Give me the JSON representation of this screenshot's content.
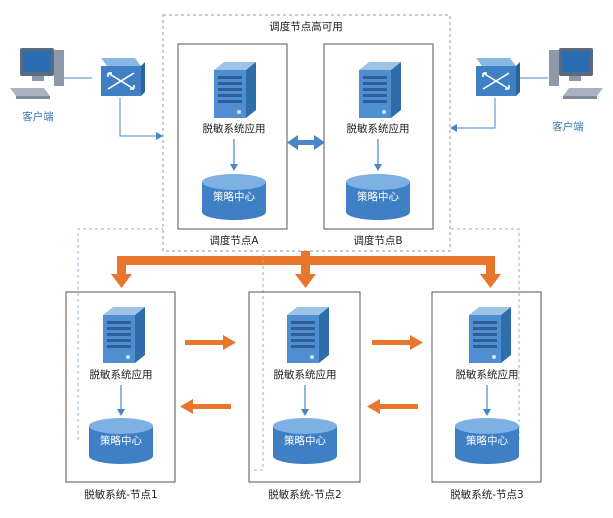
{
  "title": "调度节点高可用",
  "client_left_label": "客户端",
  "client_right_label": "客户端",
  "node_a": {
    "label": "调度节点A",
    "app": "脱敏系统应用",
    "db": "策略中心"
  },
  "node_b": {
    "label": "调度节点B",
    "app": "脱敏系统应用",
    "db": "策略中心"
  },
  "worker_1": {
    "label": "脱敏系统-节点1",
    "app": "脱敏系统应用",
    "db": "策略中心"
  },
  "worker_2": {
    "label": "脱敏系统-节点2",
    "app": "脱敏系统应用",
    "db": "策略中心"
  },
  "worker_3": {
    "label": "脱敏系统-节点3",
    "app": "脱敏系统应用",
    "db": "策略中心"
  },
  "colors": {
    "accent_orange": "#e8762c",
    "link_blue": "#4a86c5",
    "border_gray": "#999999"
  }
}
